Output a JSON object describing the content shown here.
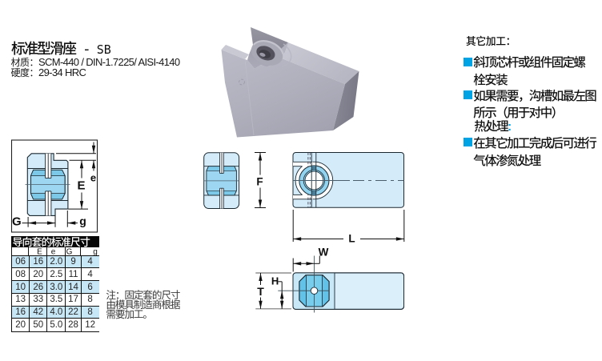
{
  "header": {
    "title_prefix": "标准型滑座 -",
    "title_model": "SB",
    "material_label": "材质：",
    "material_value": "SCM-440 / DIN-1.7225/ AISI-4140",
    "hardness_label": "硬度：",
    "hardness_value": "29-34 HRC"
  },
  "sidebar": {
    "heading": "其它加工：",
    "items": [
      {
        "lines": [
          "斜顶芯杆或组件固定螺",
          "栓安装"
        ]
      },
      {
        "lines": [
          "如果需要，沟槽如最左图",
          "所示（用于对中）"
        ]
      },
      {
        "lines": [
          "在其它加工完成后可进行",
          "气体渗氮处理"
        ]
      }
    ],
    "subheading": "热处理",
    "subheading_colon": ":",
    "accent_color": "#00a4e4"
  },
  "table": {
    "title": "导向套的标准尺寸",
    "columns": [
      "",
      "E",
      "e",
      "G",
      "g"
    ],
    "rows": [
      [
        "06",
        "16",
        "2.0",
        "9",
        "4"
      ],
      [
        "08",
        "20",
        "2.5",
        "11",
        "4"
      ],
      [
        "10",
        "26",
        "3.0",
        "14",
        "6"
      ],
      [
        "13",
        "33",
        "3.5",
        "17",
        "8"
      ],
      [
        "16",
        "42",
        "4.0",
        "22",
        "8"
      ],
      [
        "20",
        "50",
        "5.0",
        "28",
        "12"
      ]
    ],
    "row_highlight_color": "#c8e7f6"
  },
  "note": {
    "lines": [
      "注：固定套的尺寸",
      "由模具制造商根据",
      "需要加工。"
    ]
  },
  "dimensions": {
    "e": "e",
    "E": "E",
    "G": "G",
    "g": "g",
    "F": "F",
    "L": "L",
    "W": "W",
    "H": "H",
    "T": "T"
  }
}
